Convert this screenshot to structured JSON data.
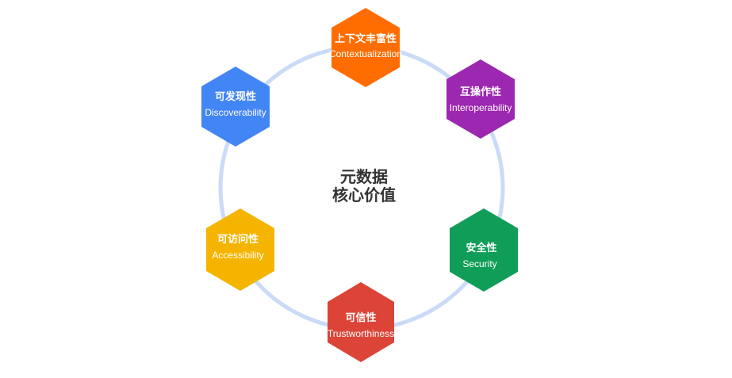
{
  "center": {
    "line1": "元数据",
    "line2": "核心价值"
  },
  "ring_color": "#c9dbf7",
  "nodes": [
    {
      "zh": "上下文丰富性",
      "en": "Contextualization",
      "color": "#ff6d00"
    },
    {
      "zh": "互操作性",
      "en": "Interoperability",
      "color": "#9c27b0"
    },
    {
      "zh": "安全性",
      "en": "Security",
      "color": "#0f9d58"
    },
    {
      "zh": "可信性",
      "en": "Trustworthiness",
      "color": "#db4437"
    },
    {
      "zh": "可访问性",
      "en": "Accessibility",
      "color": "#f4b400"
    },
    {
      "zh": "可发现性",
      "en": "Discoverability",
      "color": "#4285f4"
    }
  ]
}
